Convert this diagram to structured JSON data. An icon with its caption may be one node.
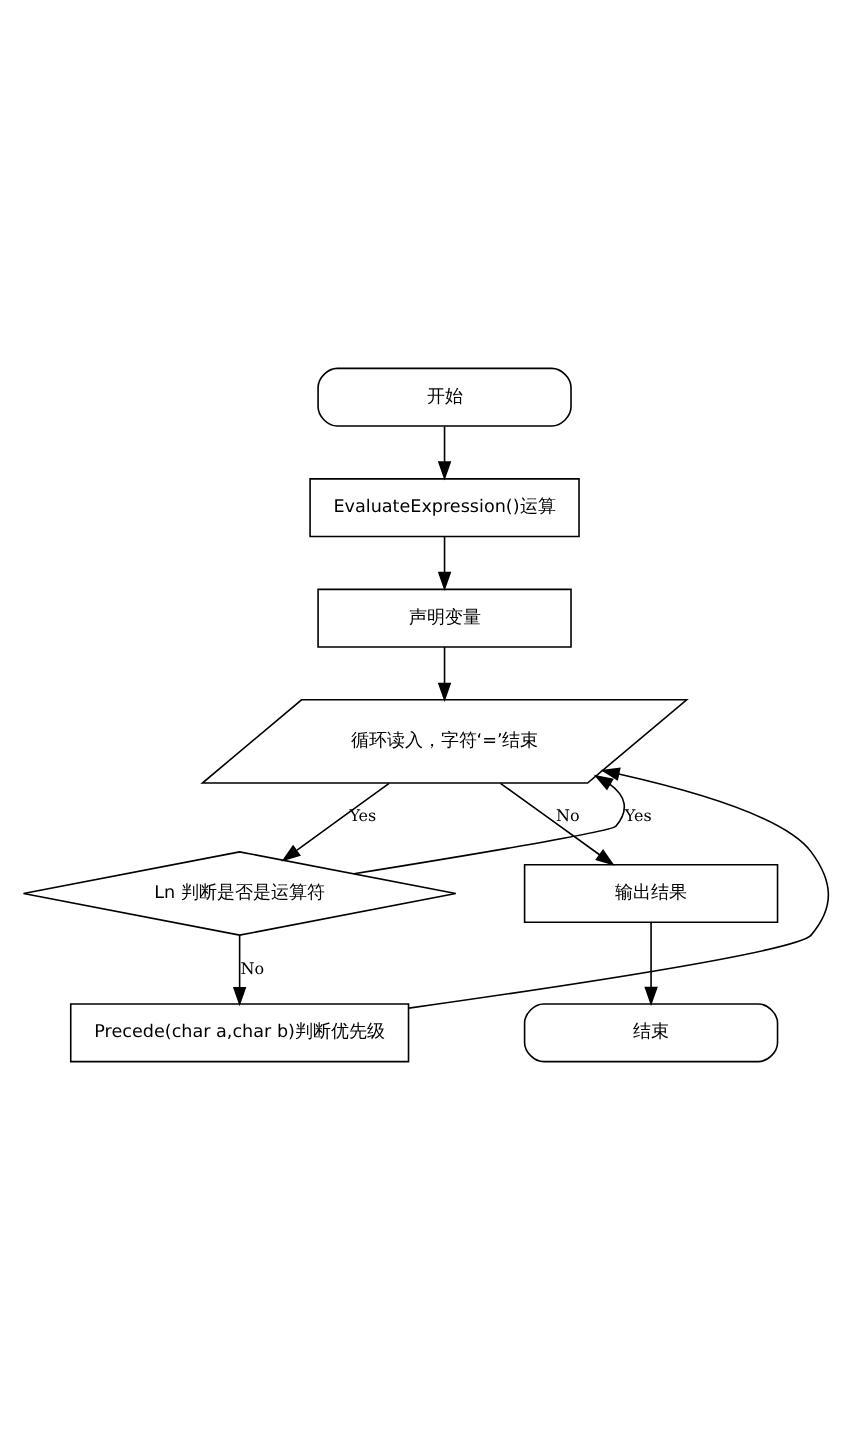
{
  "diagram": {
    "nodes": [
      {
        "text": [
          "开始"
        ]
      },
      {
        "text": [
          "EvaluateExpression()运算"
        ]
      },
      {
        "text": [
          "声明变量"
        ]
      },
      {
        "text": [
          "循环读入，字符‘=’结束"
        ]
      },
      {
        "text": [
          "Ln 判断是否是运算符"
        ]
      },
      {
        "text": [
          "Precede(char a,char b)判断优先级"
        ]
      },
      {
        "text": [
          "输出结果"
        ]
      },
      {
        "text": [
          "结束"
        ]
      }
    ],
    "edges": [
      {
        "from": 0,
        "to": 1,
        "arrow": "to"
      },
      {
        "from": 1,
        "to": 2,
        "arrow": "to"
      },
      {
        "from": 2,
        "to": 3,
        "arrow": "to"
      },
      {
        "from": 3,
        "to": 4,
        "label": "Yes",
        "arrow": "to"
      },
      {
        "from": 4,
        "to": 5,
        "label": "No",
        "arrow": "to"
      },
      {
        "from": 5,
        "to": 3,
        "arrow": "to"
      },
      {
        "from": 4,
        "to": 3,
        "label": "Yes",
        "arrow": "to"
      },
      {
        "from": 3,
        "to": 6,
        "label": "No",
        "arrow": "to"
      },
      {
        "from": 6,
        "to": 7,
        "arrow": "to"
      }
    ]
  }
}
